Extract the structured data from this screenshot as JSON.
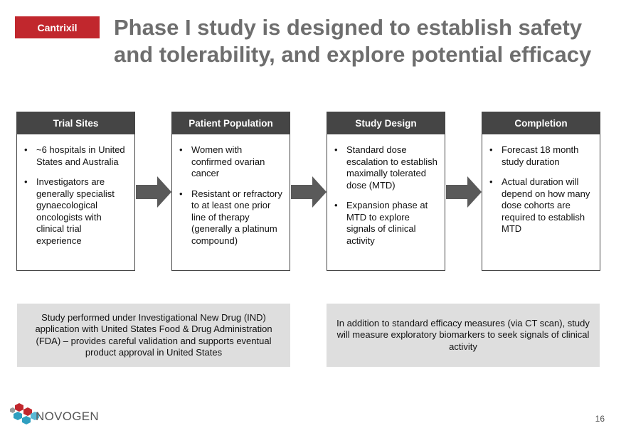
{
  "tag": "Cantrixil",
  "title": {
    "line1": "Phase I study is designed to establish safety",
    "line2": "and tolerability, and explore potential efficacy"
  },
  "boxes": [
    {
      "header": "Trial Sites",
      "bullets": [
        "~6 hospitals in United States and Australia",
        "Investigators are generally specialist gynaecological oncologists with clinical trial experience"
      ]
    },
    {
      "header": "Patient Population",
      "bullets": [
        "Women with confirmed ovarian cancer",
        "Resistant or refractory to at least one prior line of therapy (generally a platinum compound)"
      ]
    },
    {
      "header": "Study Design",
      "bullets": [
        "Standard dose escalation to establish maximally tolerated dose (MTD)",
        "Expansion phase at MTD to explore signals of clinical activity"
      ]
    },
    {
      "header": "Completion",
      "bullets": [
        "Forecast 18 month study duration",
        "Actual duration will depend on how many dose cohorts are required to establish MTD"
      ]
    }
  ],
  "notes": {
    "left": "Study performed under Investigational New Drug (IND) application with United States Food & Drug Administration (FDA) – provides careful validation and supports eventual product approval in United States",
    "right": "In addition to standard efficacy measures (via CT scan), study will measure exploratory biomarkers to seek signals of clinical activity"
  },
  "logo_text": "NOVOGEN",
  "page_number": "16",
  "colors": {
    "tag": "#c1272d",
    "title": "#6e6e6e",
    "box_header": "#454545",
    "arrow": "#5a5a5a",
    "note_bg": "#dedede"
  },
  "icons": [
    "right-arrow-icon",
    "novogen-logo-icon"
  ]
}
